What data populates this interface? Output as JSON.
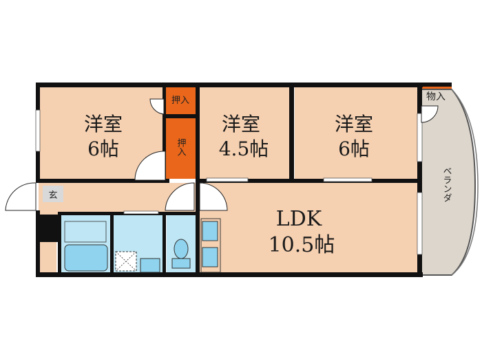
{
  "colors": {
    "room": "#f5d0b1",
    "wall": "#111111",
    "closet": "#e9661a",
    "wet": "#bfe6f4",
    "fixture": "#8fd3ee",
    "veranda": "#ddd6cc",
    "entry": "#d9d9d9"
  },
  "rooms": {
    "west": {
      "name": "洋室",
      "size": "6帖"
    },
    "middle": {
      "name": "洋室",
      "size": "4.5帖"
    },
    "east": {
      "name": "洋室",
      "size": "6帖"
    },
    "ldk": {
      "name": "LDK",
      "size": "10.5帖"
    }
  },
  "closets": {
    "top": "押入",
    "mid": "押入",
    "storage": "物入"
  },
  "entrance": "玄",
  "veranda": "ベランダ"
}
